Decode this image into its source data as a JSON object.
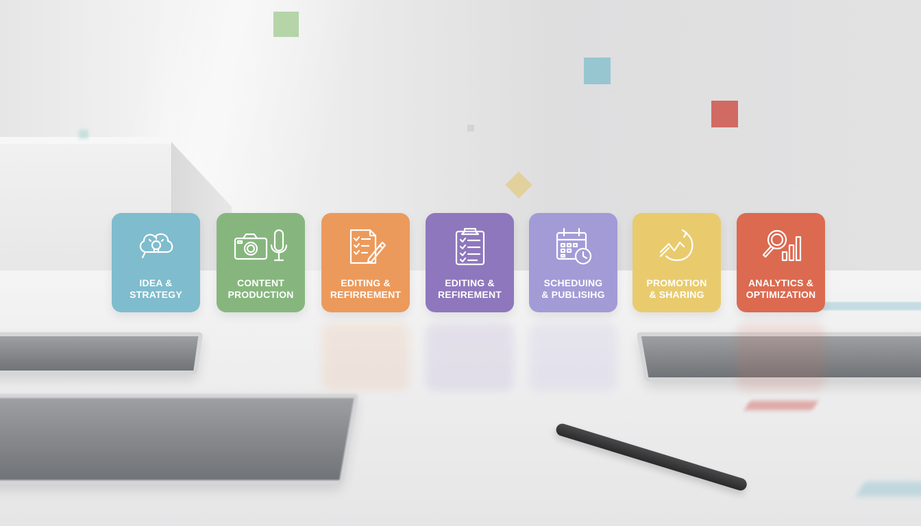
{
  "steps": [
    {
      "line1": "IDEA &",
      "line2": "STRATEGY",
      "color": "#7fbccd",
      "icon": "lightbulb-cloud-icon"
    },
    {
      "line1": "CONTENT",
      "line2": "PRODUCTION",
      "color": "#86b67e",
      "icon": "camera-microphone-icon"
    },
    {
      "line1": "EDITING &",
      "line2": "REFIRREMENT",
      "color": "#ec9a5c",
      "icon": "document-pencil-icon"
    },
    {
      "line1": "EDITING &",
      "line2": "REFIREMENT",
      "color": "#8e77bd",
      "icon": "clipboard-checklist-icon"
    },
    {
      "line1": "SCHEDUING",
      "line2": "& PUBLISIHG",
      "color": "#a29bd6",
      "icon": "calendar-clock-icon"
    },
    {
      "line1": "PROMOTION",
      "line2": "& SHARING",
      "color": "#e9cb6e",
      "icon": "growth-arrow-icon"
    },
    {
      "line1": "ANALYTICS &",
      "line2": "OPTIMIZATION",
      "color": "#db6a50",
      "icon": "search-analytics-icon"
    }
  ],
  "decor_colors": {
    "green": "#a9cf9b",
    "teal": "#8fc3cf",
    "red": "#cf5d55",
    "gold": "#e2cf95",
    "mint": "#a6d6cc"
  }
}
